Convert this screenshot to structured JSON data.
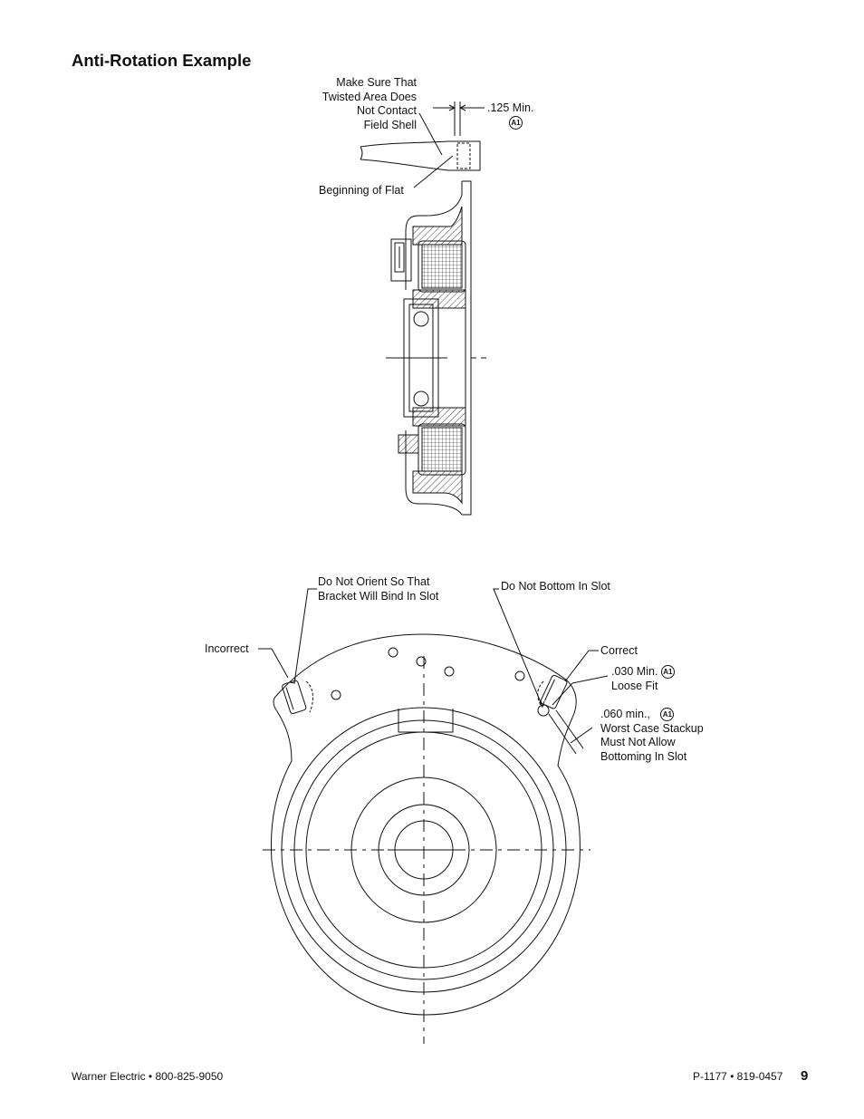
{
  "title": "Anti-Rotation Example",
  "labels": {
    "make_sure_1": "Make Sure That",
    "make_sure_2": "Twisted Area Does",
    "make_sure_3": "Not Contact",
    "make_sure_4": "Field Shell",
    "min_125": ".125 Min.",
    "beginning_of_flat": "Beginning of Flat",
    "do_not_orient_1": "Do Not Orient So That",
    "do_not_orient_2": "Bracket Will Bind In Slot",
    "do_not_bottom": "Do Not Bottom In Slot",
    "incorrect": "Incorrect",
    "correct": "Correct",
    "min_030": ".030 Min.",
    "loose_fit": "Loose Fit",
    "min_060": ".060 min.,",
    "worst_case_1": "Worst Case Stackup",
    "worst_case_2": "Must Not Allow",
    "worst_case_3": "Bottoming In Slot",
    "revision_mark": "A1"
  },
  "footer": {
    "left": "Warner Electric • 800-825-9050",
    "right": "P-1177 • 819-0457",
    "page": "9"
  }
}
